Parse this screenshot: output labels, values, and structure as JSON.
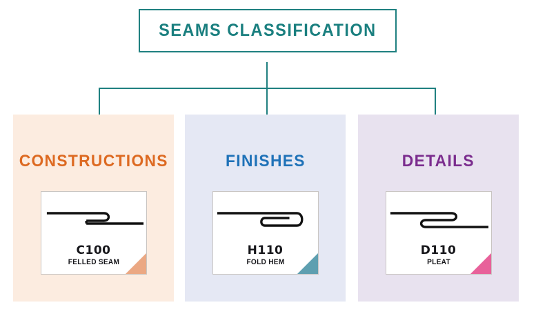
{
  "diagram": {
    "title": "SEAMS CLASSIFICATION",
    "title_border_color": "#1f8080",
    "title_text_color": "#1a7f7f",
    "connector_color": "#1f8080",
    "background_color": "#ffffff"
  },
  "categories": [
    {
      "heading": "CONSTRUCTIONS",
      "heading_color": "#dd6a22",
      "card_background": "#fcece0",
      "swatch": {
        "code": "C100",
        "name": "FELLED SEAM",
        "corner_color": "#eba883",
        "figure": "felled-seam-diagram"
      }
    },
    {
      "heading": "FINISHES",
      "heading_color": "#1f72b8",
      "card_background": "#e5e8f4",
      "swatch": {
        "code": "H110",
        "name": "FOLD HEM",
        "corner_color": "#5e9fb0",
        "figure": "fold-hem-diagram"
      }
    },
    {
      "heading": "DETAILS",
      "heading_color": "#7b2d8e",
      "card_background": "#e8e2ef",
      "swatch": {
        "code": "D110",
        "name": "PLEAT",
        "corner_color": "#e8619a",
        "figure": "pleat-diagram"
      }
    }
  ]
}
